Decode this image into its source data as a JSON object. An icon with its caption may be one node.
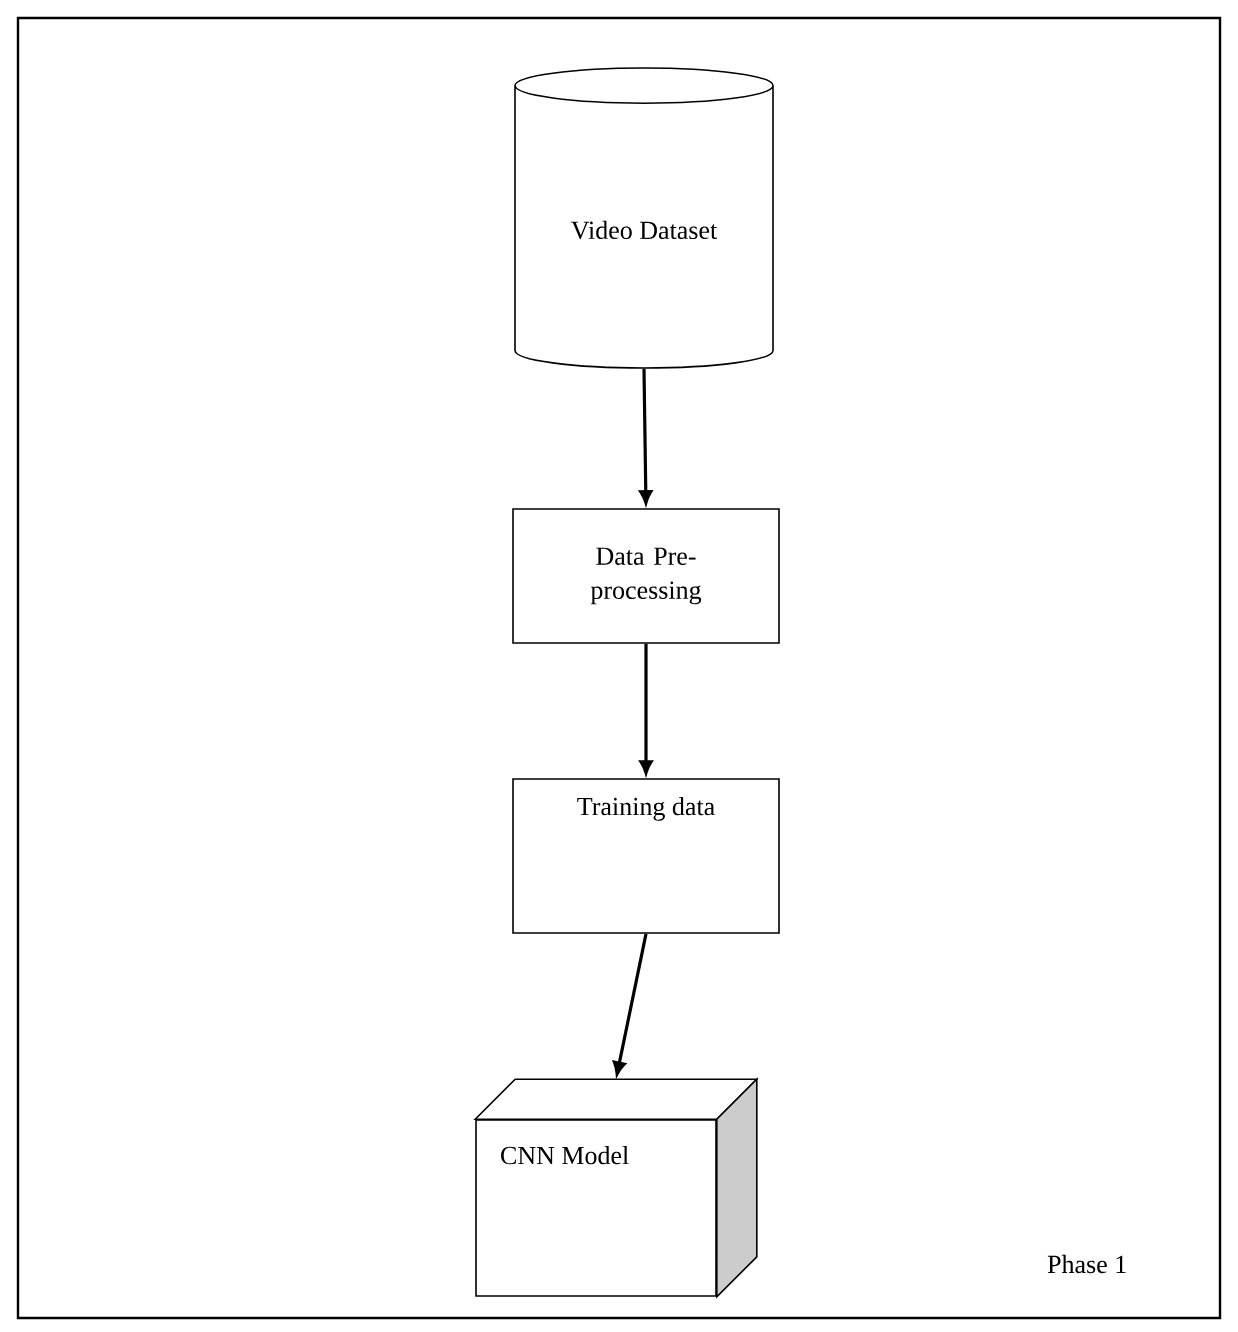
{
  "diagram": {
    "nodes": [
      {
        "text": [
          "Video Dataset"
        ]
      },
      {
        "text": [
          "Data Pre-processing"
        ]
      },
      {
        "text": [
          "Training data"
        ]
      },
      {
        "text": [
          "CNN Model"
        ]
      }
    ],
    "edges": [
      {
        "from": 0,
        "to": 1,
        "arrow": "to"
      },
      {
        "from": 1,
        "to": 2,
        "arrow": "to"
      },
      {
        "from": 2,
        "to": 3,
        "arrow": "to"
      }
    ],
    "labels": [
      "Phase 1"
    ]
  }
}
